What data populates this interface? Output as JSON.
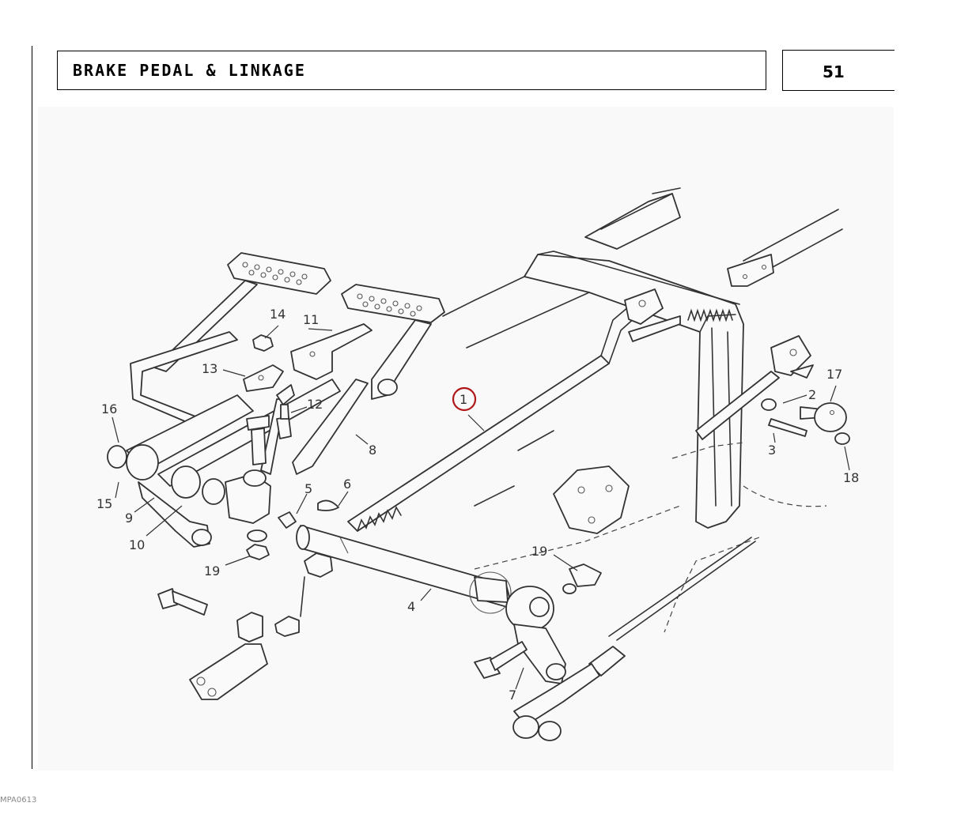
{
  "header": {
    "title": "BRAKE PEDAL & LINKAGE",
    "page_number": "51"
  },
  "footer": {
    "code": "MPA0613"
  },
  "diagram": {
    "highlighted_part": "1",
    "callouts": {
      "c1": "1",
      "c2": "2",
      "c3": "3",
      "c4": "4",
      "c5": "5",
      "c6": "6",
      "c7": "7",
      "c8": "8",
      "c9": "9",
      "c10": "10",
      "c11": "11",
      "c12": "12",
      "c13": "13",
      "c14": "14",
      "c15": "15",
      "c16": "16",
      "c17": "17",
      "c18": "18",
      "c19a": "19",
      "c19b": "19"
    },
    "colors": {
      "highlight": "#b01818",
      "line": "#333333"
    }
  }
}
